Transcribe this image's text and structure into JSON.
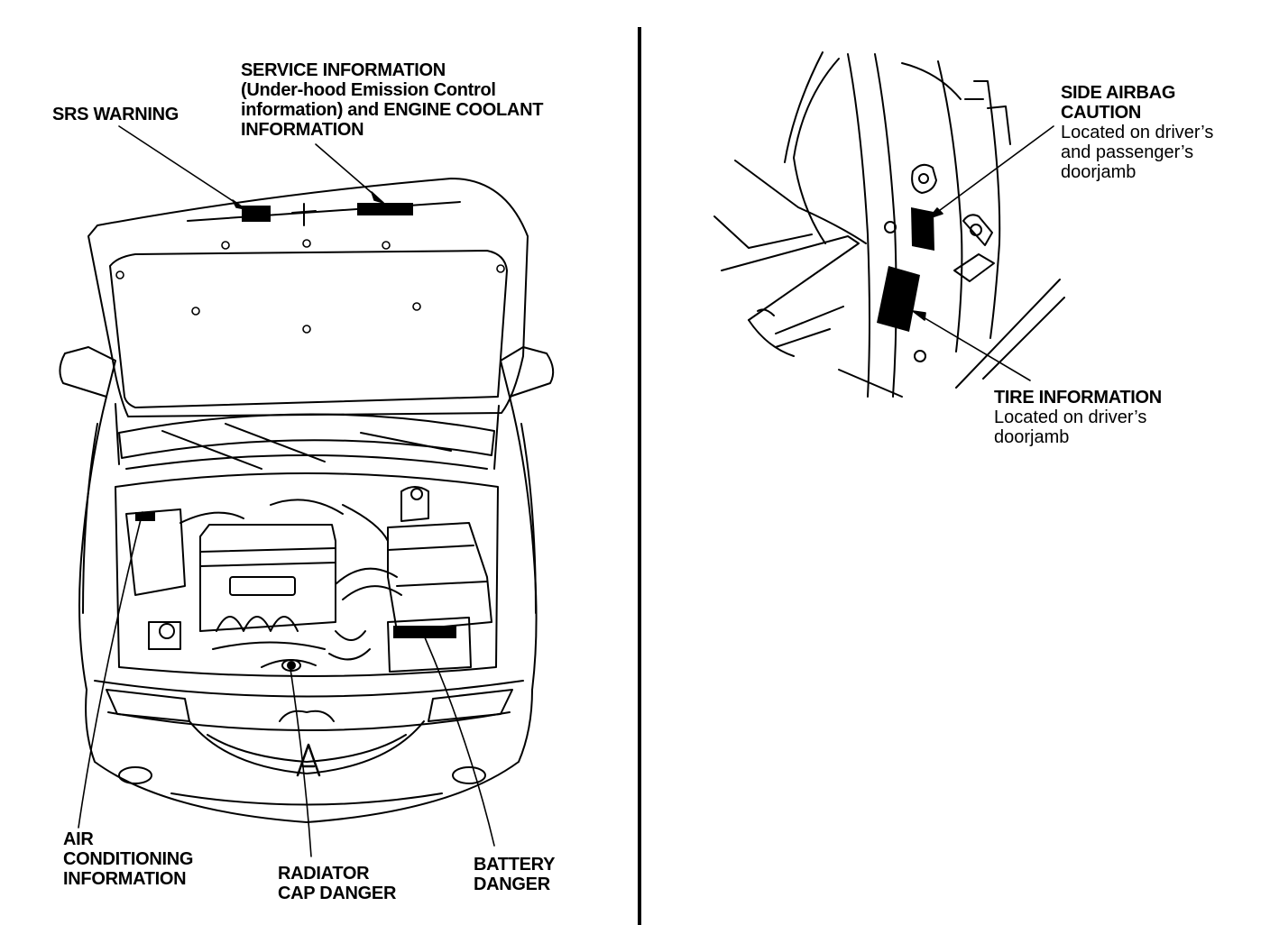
{
  "labels": {
    "srs_warning": "SRS WARNING",
    "service_info": {
      "line1": "SERVICE INFORMATION",
      "line2": "(Under-hood Emission Control",
      "line3": "information) and ENGINE COOLANT",
      "line4": "INFORMATION"
    },
    "air_conditioning": {
      "line1": "AIR",
      "line2": "CONDITIONING",
      "line3": "INFORMATION"
    },
    "radiator_cap": {
      "line1": "RADIATOR",
      "line2": "CAP DANGER"
    },
    "battery": {
      "line1": "BATTERY",
      "line2": "DANGER"
    },
    "side_airbag": {
      "line1": "SIDE AIRBAG",
      "line2": "CAUTION",
      "line3": "Located on driver’s",
      "line4": "and passenger’s",
      "line5": "doorjamb"
    },
    "tire_info": {
      "line1": "TIRE INFORMATION",
      "line2": "Located on driver’s",
      "line3": "doorjamb"
    }
  }
}
